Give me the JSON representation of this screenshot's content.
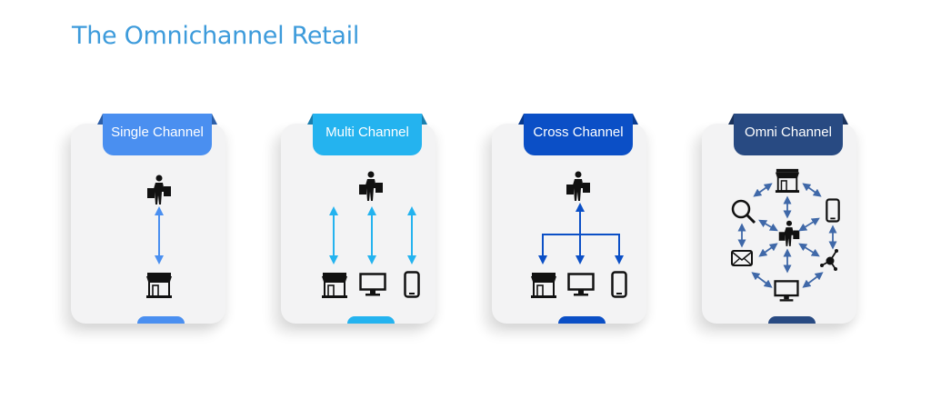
{
  "title": "The Omnichannel Retail",
  "cards": [
    {
      "label": "Single Channel",
      "color": "#4a8ff0",
      "fold": "#2d5fa8"
    },
    {
      "label": "Multi Channel",
      "color": "#24b3ef",
      "fold": "#1b7fae"
    },
    {
      "label": "Cross Channel",
      "color": "#0b4fc6",
      "fold": "#083a8f"
    },
    {
      "label": "Omni Channel",
      "color": "#284a82",
      "fold": "#1b335c"
    }
  ]
}
